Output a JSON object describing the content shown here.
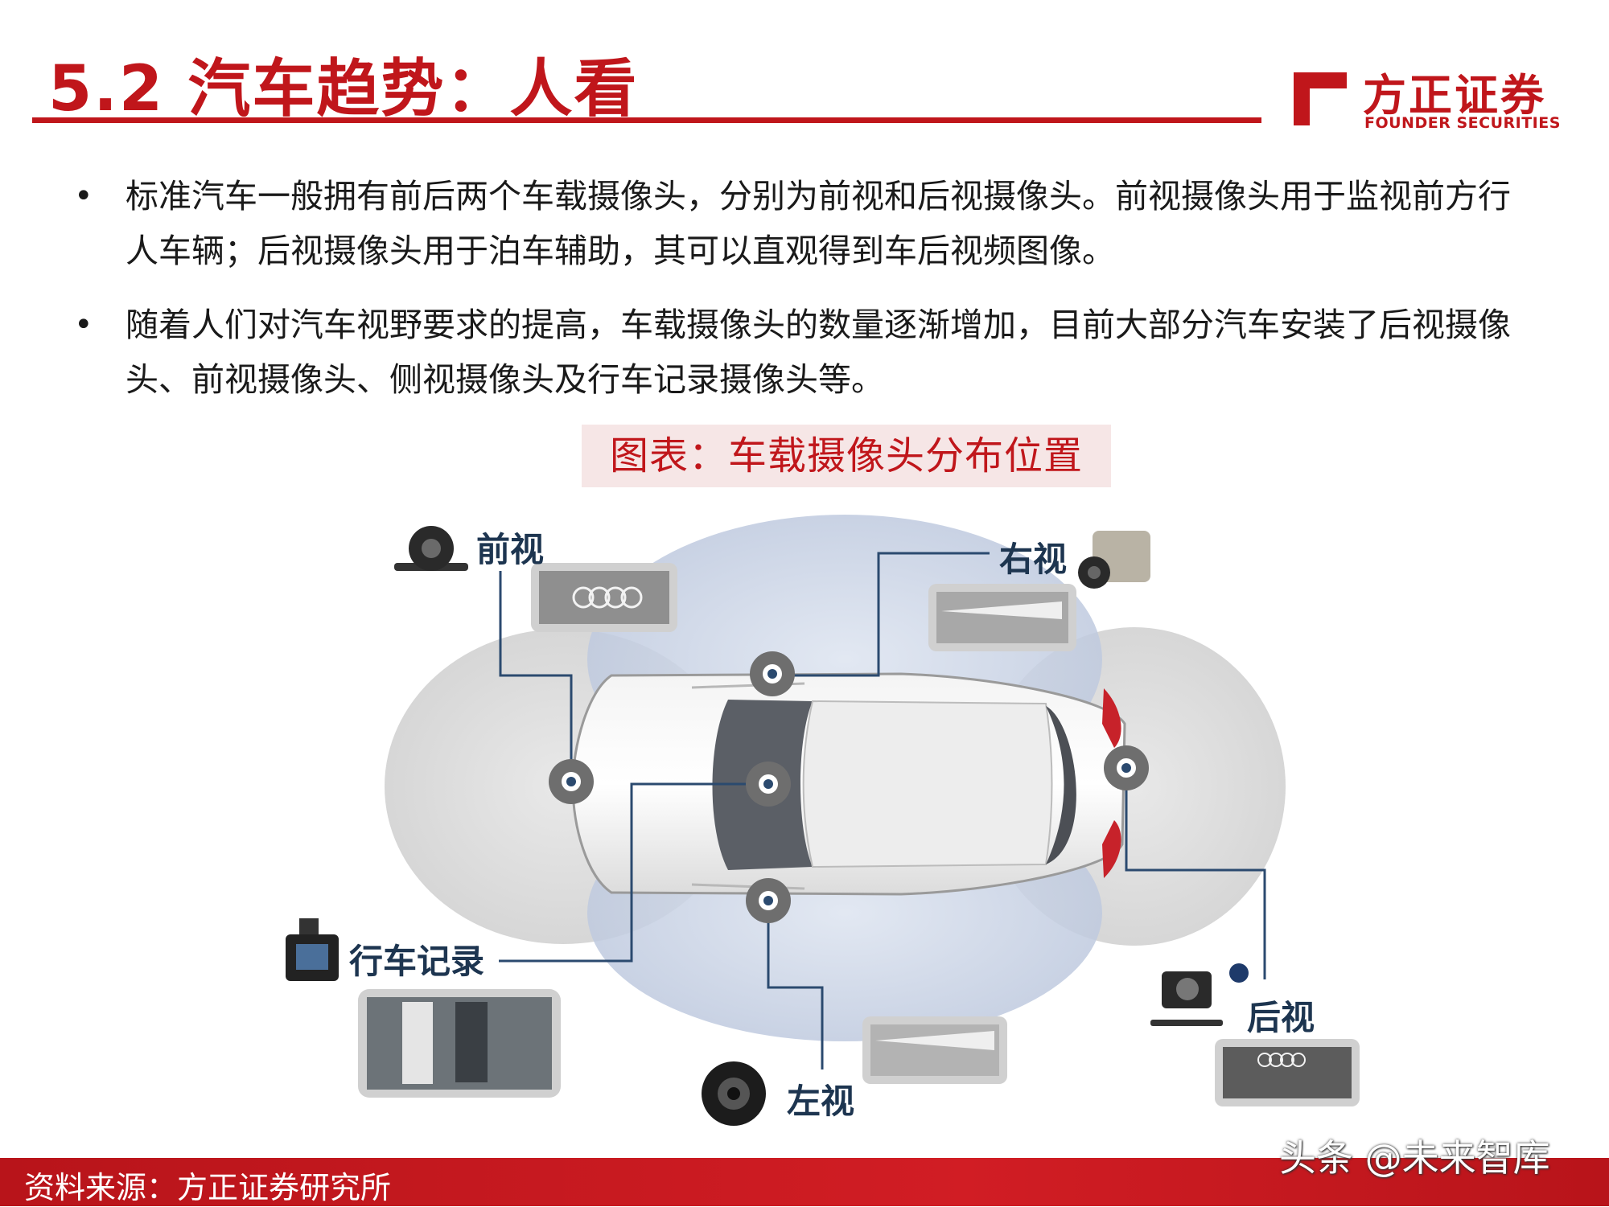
{
  "header": {
    "title": "5.2 汽车趋势：人看",
    "logo_cn": "方正证券",
    "logo_en": "FOUNDER SECURITIES"
  },
  "bullets": [
    {
      "marker": "•",
      "text": "标准汽车一般拥有前后两个车载摄像头，分别为前视和后视摄像头。前视摄像头用于监视前方行人车辆；后视摄像头用于泊车辅助，其可以直观得到车后视频图像。"
    },
    {
      "marker": "•",
      "text": "随着人们对汽车视野要求的提高，车载摄像头的数量逐渐增加，目前大部分汽车安装了后视摄像头、前视摄像头、侧视摄像头及行车记录摄像头等。"
    }
  ],
  "figure": {
    "caption": "图表：车载摄像头分布位置",
    "labels": {
      "front": "前视",
      "right": "右视",
      "dashcam": "行车记录",
      "left": "左视",
      "rear": "后视"
    }
  },
  "footer": {
    "source": "资料来源：方正证券研究所",
    "watermark": "头条 @未来智库"
  },
  "colors": {
    "brand_red": "#c0161b",
    "label_navy": "#1d3550",
    "line_navy": "#2b4a6f"
  }
}
